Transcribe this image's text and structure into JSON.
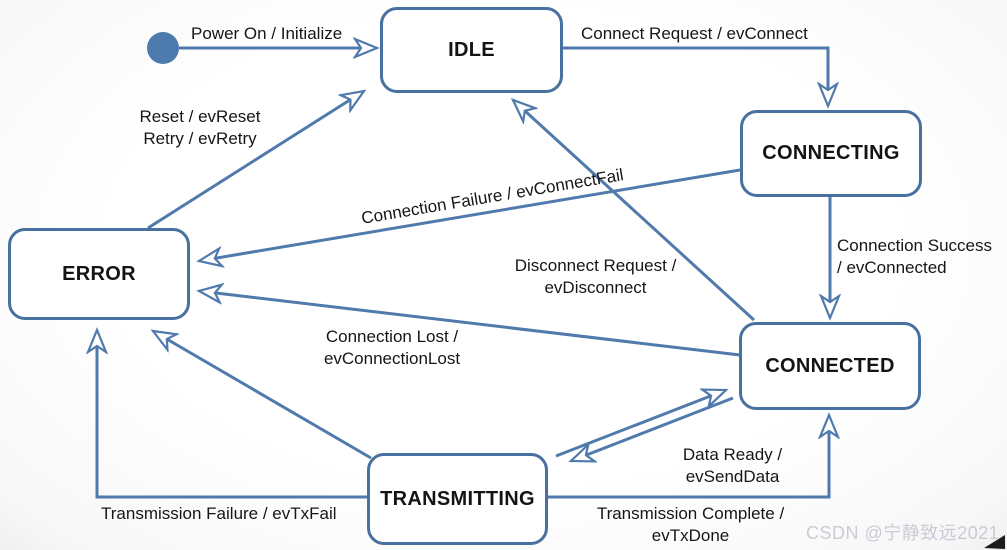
{
  "diagram": {
    "type": "uml-state-machine",
    "states": {
      "initial": {
        "kind": "initial-pseudostate"
      },
      "idle": {
        "label": "IDLE"
      },
      "connecting": {
        "label": "CONNECTING"
      },
      "error": {
        "label": "ERROR"
      },
      "connected": {
        "label": "CONNECTED"
      },
      "transmitting": {
        "label": "TRANSMITTING"
      }
    },
    "transitions": {
      "power_on": {
        "from": "initial",
        "to": "IDLE",
        "label": "Power On / Initialize"
      },
      "connect_request": {
        "from": "IDLE",
        "to": "CONNECTING",
        "label": "Connect Request / evConnect"
      },
      "connection_success": {
        "from": "CONNECTING",
        "to": "CONNECTED",
        "label_lines": [
          "Connection Success",
          "/ evConnected"
        ]
      },
      "connection_failure": {
        "from": "CONNECTING",
        "to": "ERROR",
        "label": "Connection Failure / evConnectFail"
      },
      "disconnect_request": {
        "from": "CONNECTED",
        "to": "IDLE",
        "label_lines": [
          "Disconnect Request /",
          "evDisconnect"
        ]
      },
      "connection_lost": {
        "from": "CONNECTED",
        "to": "ERROR",
        "label_lines": [
          "Connection Lost /",
          "evConnectionLost"
        ]
      },
      "data_ready": {
        "from": "CONNECTED",
        "to": "TRANSMITTING",
        "label_lines": [
          "Data Ready /",
          "evSendData"
        ]
      },
      "transmission_complete": {
        "from": "TRANSMITTING",
        "to": "CONNECTED",
        "label_lines": [
          "Transmission Complete /",
          "evTxDone"
        ]
      },
      "transmission_failure": {
        "from": "TRANSMITTING",
        "to": "ERROR",
        "label": "Transmission Failure / evTxFail"
      },
      "reset_retry": {
        "from": "ERROR",
        "to": "IDLE",
        "label_lines": [
          "Reset / evReset",
          "Retry / evRetry"
        ]
      },
      "transmitting_error_link": {
        "from": "TRANSMITTING",
        "to": "ERROR",
        "label": ""
      }
    }
  },
  "watermark": {
    "text": "CSDN @宁静致远2021"
  },
  "colors": {
    "edge_line": "#507aac",
    "state_border": "#48719f",
    "state_fill": "#ffffff",
    "initial_dot": "#4d7bad",
    "label_text": "#161616",
    "watermark_text": "#c9ccd6"
  }
}
